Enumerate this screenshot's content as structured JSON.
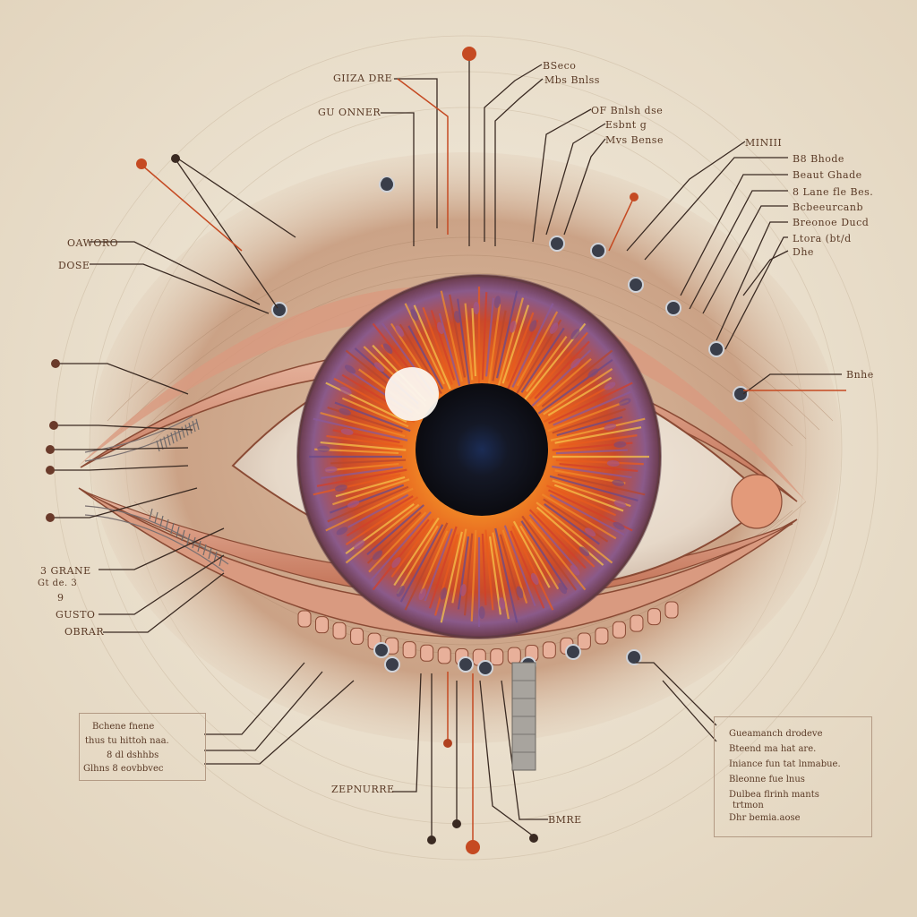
{
  "labels": {
    "top_center_a": "GIIZA DRE",
    "top_center_b": "GU ONNER",
    "top_right_a1": "BSeco",
    "top_right_a2": "Mbs Bnlss",
    "mid_right_b1": "OF Bnlsh dse",
    "mid_right_b2": "Esbnt g",
    "mid_right_b3": "Mvs Bense",
    "right_head": "MINIII",
    "right_1": "B8 Bhode",
    "right_2": "Beaut Ghade",
    "right_3": "8 Lane fle Bes.",
    "right_4": "Bcbeeurcanb",
    "right_5": "Breonoe Ducd",
    "right_6": "Ltora (bt/d",
    "right_7": "Dhe",
    "right_side": "Bnhe",
    "left_1": "OAWORO",
    "left_2": "DOSE",
    "lower_left_1": "3 GRANE",
    "lower_left_2": "Gt de. 3",
    "lower_left_3": "9",
    "lower_left_4": "GUSTO",
    "lower_left_5": "OBRAR",
    "bottom_center": "ZEPNURRE",
    "bottom_right": "BMRE"
  },
  "left_box": {
    "lines": [
      "Bchene fnene",
      "thus tu hittoh naa.",
      "8 dl dshhbs",
      "Glhns 8 eovbbvec"
    ]
  },
  "right_box": {
    "lines": [
      "Gueamanch drodeve",
      "Bteend ma hat are.",
      "Iniance fun tat lnmabue.",
      "Bleonne fue lnus",
      "Dulbea flrinh mants",
      "trtmon",
      "Dhr bemia.aose"
    ]
  },
  "icons": [
    "eye-iris",
    "pupil-icon",
    "pin-marker-icon",
    "cross-section-icon"
  ],
  "colors": {
    "paper": "#efe6d6",
    "ink": "#5a3a26",
    "accent_red": "#c54a22",
    "iris_orange": "#e8641f",
    "pupil": "#16161c"
  }
}
